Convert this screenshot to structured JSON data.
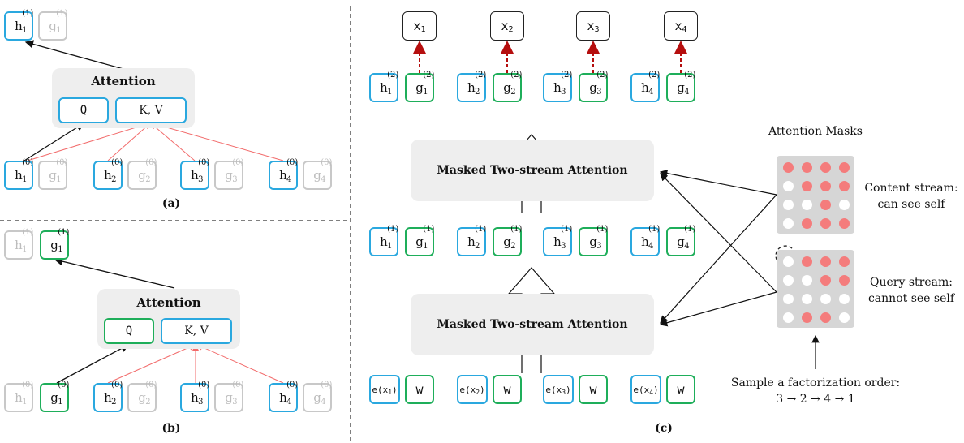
{
  "panel_a": {
    "label": "(a)",
    "attention_title": "Attention",
    "query_label": "Q",
    "kv_label": "K, V",
    "output": [
      {
        "sym": "h",
        "sup": "(1)",
        "sub": "1",
        "kind": "h",
        "dim": false
      },
      {
        "sym": "g",
        "sup": "(1)",
        "sub": "1",
        "kind": "g",
        "dim": true
      }
    ],
    "inputs": [
      {
        "sym": "h",
        "sup": "(0)",
        "sub": "1",
        "kind": "h",
        "dim": false
      },
      {
        "sym": "g",
        "sup": "(0)",
        "sub": "1",
        "kind": "g",
        "dim": true
      },
      {
        "sym": "h",
        "sup": "(0)",
        "sub": "2",
        "kind": "h",
        "dim": false
      },
      {
        "sym": "g",
        "sup": "(0)",
        "sub": "2",
        "kind": "g",
        "dim": true
      },
      {
        "sym": "h",
        "sup": "(0)",
        "sub": "3",
        "kind": "h",
        "dim": false
      },
      {
        "sym": "g",
        "sup": "(0)",
        "sub": "3",
        "kind": "g",
        "dim": true
      },
      {
        "sym": "h",
        "sup": "(0)",
        "sub": "4",
        "kind": "h",
        "dim": false
      },
      {
        "sym": "g",
        "sup": "(0)",
        "sub": "4",
        "kind": "g",
        "dim": true
      }
    ]
  },
  "panel_b": {
    "label": "(b)",
    "attention_title": "Attention",
    "query_label": "Q",
    "kv_label": "K, V",
    "output": [
      {
        "sym": "h",
        "sup": "(1)",
        "sub": "1",
        "kind": "h",
        "dim": true
      },
      {
        "sym": "g",
        "sup": "(1)",
        "sub": "1",
        "kind": "g",
        "dim": false
      }
    ],
    "inputs": [
      {
        "sym": "h",
        "sup": "(0)",
        "sub": "1",
        "kind": "h",
        "dim": true
      },
      {
        "sym": "g",
        "sup": "(0)",
        "sub": "1",
        "kind": "g",
        "dim": false
      },
      {
        "sym": "h",
        "sup": "(0)",
        "sub": "2",
        "kind": "h",
        "dim": false
      },
      {
        "sym": "g",
        "sup": "(0)",
        "sub": "2",
        "kind": "g",
        "dim": true
      },
      {
        "sym": "h",
        "sup": "(0)",
        "sub": "3",
        "kind": "h",
        "dim": false
      },
      {
        "sym": "g",
        "sup": "(0)",
        "sub": "3",
        "kind": "g",
        "dim": true
      },
      {
        "sym": "h",
        "sup": "(0)",
        "sub": "4",
        "kind": "h",
        "dim": false
      },
      {
        "sym": "g",
        "sup": "(0)",
        "sub": "4",
        "kind": "g",
        "dim": true
      }
    ]
  },
  "panel_c": {
    "label": "(c)",
    "outputs": [
      {
        "sym": "x",
        "sub": "1"
      },
      {
        "sym": "x",
        "sub": "2"
      },
      {
        "sym": "x",
        "sub": "3"
      },
      {
        "sym": "x",
        "sub": "4"
      }
    ],
    "layer2": [
      {
        "h": {
          "sym": "h",
          "sup": "(2)",
          "sub": "1"
        },
        "g": {
          "sym": "g",
          "sup": "(2)",
          "sub": "1"
        }
      },
      {
        "h": {
          "sym": "h",
          "sup": "(2)",
          "sub": "2"
        },
        "g": {
          "sym": "g",
          "sup": "(2)",
          "sub": "2"
        }
      },
      {
        "h": {
          "sym": "h",
          "sup": "(2)",
          "sub": "3"
        },
        "g": {
          "sym": "g",
          "sup": "(2)",
          "sub": "3"
        }
      },
      {
        "h": {
          "sym": "h",
          "sup": "(2)",
          "sub": "4"
        },
        "g": {
          "sym": "g",
          "sup": "(2)",
          "sub": "4"
        }
      }
    ],
    "layer1": [
      {
        "h": {
          "sym": "h",
          "sup": "(1)",
          "sub": "1"
        },
        "g": {
          "sym": "g",
          "sup": "(1)",
          "sub": "1"
        }
      },
      {
        "h": {
          "sym": "h",
          "sup": "(1)",
          "sub": "2"
        },
        "g": {
          "sym": "g",
          "sup": "(1)",
          "sub": "2"
        }
      },
      {
        "h": {
          "sym": "h",
          "sup": "(1)",
          "sub": "3"
        },
        "g": {
          "sym": "g",
          "sup": "(1)",
          "sub": "3"
        }
      },
      {
        "h": {
          "sym": "h",
          "sup": "(1)",
          "sub": "4"
        },
        "g": {
          "sym": "g",
          "sup": "(1)",
          "sub": "4"
        }
      }
    ],
    "embeddings": [
      {
        "e": "e(x",
        "sub": "1",
        "close": ")",
        "w": "w"
      },
      {
        "e": "e(x",
        "sub": "2",
        "close": ")",
        "w": "w"
      },
      {
        "e": "e(x",
        "sub": "3",
        "close": ")",
        "w": "w"
      },
      {
        "e": "e(x",
        "sub": "4",
        "close": ")",
        "w": "w"
      }
    ],
    "block_top": "Masked Two-stream Attention",
    "block_bottom": "Masked Two-stream Attention",
    "masks_title": "Attention Masks",
    "content_stream": [
      "Content stream:",
      "can see self"
    ],
    "query_stream": [
      "Query stream:",
      "cannot see self"
    ],
    "factorization": [
      "Sample a factorization order:",
      "3 → 2 → 4 → 1"
    ],
    "content_mask": [
      [
        1,
        1,
        1,
        1
      ],
      [
        0,
        1,
        1,
        1
      ],
      [
        0,
        0,
        1,
        0
      ],
      [
        0,
        1,
        1,
        1
      ]
    ],
    "query_mask": [
      [
        0,
        1,
        1,
        1
      ],
      [
        0,
        0,
        1,
        1
      ],
      [
        0,
        0,
        0,
        0
      ],
      [
        0,
        1,
        1,
        0
      ]
    ]
  },
  "colors": {
    "h_border": "#2aa8df",
    "g_border": "#1eae5a",
    "dim_border": "#c8c8c8",
    "mask_on": "#f47c7c",
    "mask_off": "#ffffff",
    "mask_bg": "#d6d6d6",
    "red_arrow": "#f26b6b",
    "dashed_output": "#b50e0e"
  }
}
